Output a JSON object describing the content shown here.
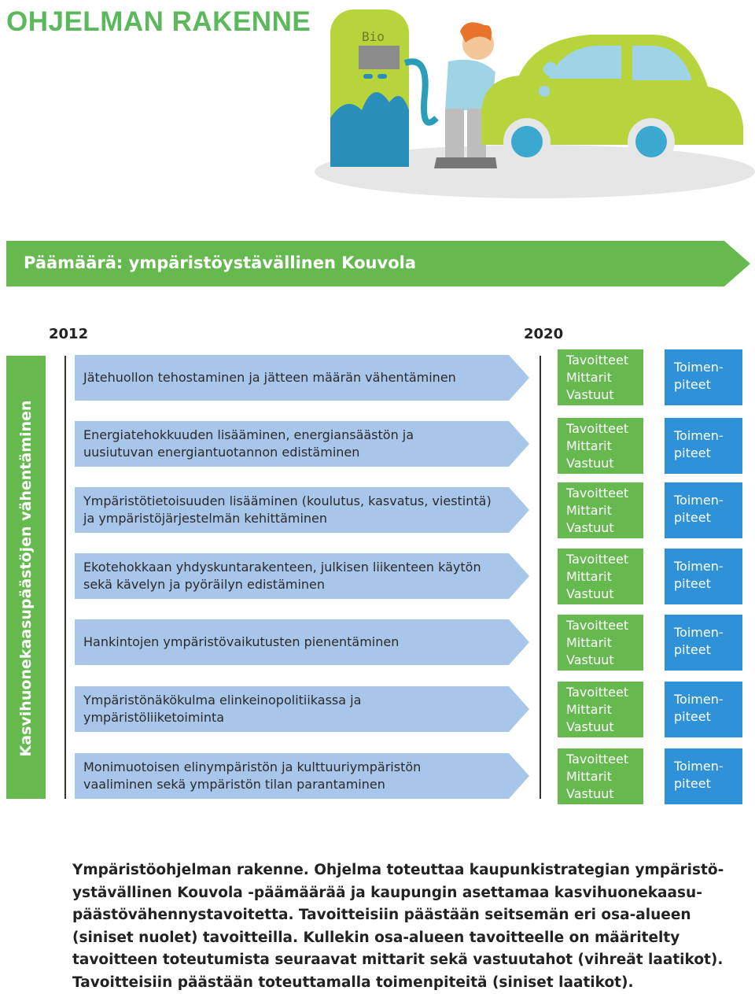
{
  "page": {
    "title": "OHJELMAN RAKENNE",
    "illustration": {
      "pump_label": "Bio"
    }
  },
  "colors": {
    "green": "#66b94f",
    "light_blue_arrow": "#a8c6ea",
    "blue_box": "#2f92d8",
    "title_green": "#5cb85c"
  },
  "goal": {
    "text": "Päämäärä: ympäristöystävällinen Kouvola"
  },
  "timeline": {
    "start": "2012",
    "end": "2020"
  },
  "side_label": "Kasvihuonekaasupäästöjen vähentäminen",
  "rows": [
    {
      "lines": [
        "Jätehuollon tehostaminen ja jätteen määrän vähentäminen"
      ],
      "green": [
        "Tavoitteet",
        "Mittarit",
        "Vastuut"
      ],
      "blue": [
        "Toimen-",
        "piteet"
      ]
    },
    {
      "lines": [
        "Energiatehokkuuden lisääminen, energiansäästön ja",
        "uusiutuvan energiantuotannon edistäminen"
      ],
      "green": [
        "Tavoitteet",
        "Mittarit",
        "Vastuut"
      ],
      "blue": [
        "Toimen-",
        "piteet"
      ]
    },
    {
      "lines": [
        "Ympäristötietoisuuden lisääminen (koulutus, kasvatus, viestintä)",
        "ja ympäristöjärjestelmän kehittäminen"
      ],
      "green": [
        "Tavoitteet",
        "Mittarit",
        "Vastuut"
      ],
      "blue": [
        "Toimen-",
        "piteet"
      ]
    },
    {
      "lines": [
        "Ekotehokkaan yhdyskuntarakenteen, julkisen liikenteen käytön",
        "sekä kävelyn ja pyöräilyn edistäminen"
      ],
      "green": [
        "Tavoitteet",
        "Mittarit",
        "Vastuut"
      ],
      "blue": [
        "Toimen-",
        "piteet"
      ]
    },
    {
      "lines": [
        "Hankintojen ympäristövaikutusten pienentäminen"
      ],
      "green": [
        "Tavoitteet",
        "Mittarit",
        "Vastuut"
      ],
      "blue": [
        "Toimen-",
        "piteet"
      ]
    },
    {
      "lines": [
        "Ympäristönäkökulma elinkeinopolitiikassa ja ympäristöliiketoiminta"
      ],
      "green": [
        "Tavoitteet",
        "Mittarit",
        "Vastuut"
      ],
      "blue": [
        "Toimen-",
        "piteet"
      ]
    },
    {
      "lines": [
        "Monimuotoisen elinympäristön ja kulttuuriympäristön",
        "vaaliminen sekä ympäristön tilan parantaminen"
      ],
      "green": [
        "Tavoitteet",
        "Mittarit",
        "Vastuut"
      ],
      "blue": [
        "Toimen-",
        "piteet"
      ]
    }
  ],
  "caption": [
    "Ympäristöohjelman rakenne. Ohjelma toteuttaa kaupunkistrategian ympäristö-",
    "ystävällinen Kouvola -päämäärää ja kaupungin asettamaa kasvihuonekaasu-",
    "päästövähennystavoitetta. Tavoitteisiin päästään seitsemän eri osa-alueen",
    "(siniset nuolet) tavoitteilla. Kullekin osa-alueen tavoitteelle on määritelty",
    "tavoitteen toteutumista seuraavat mittarit sekä vastuutahot (vihreät laatikot).",
    "Tavoitteisiin päästään toteuttamalla toimenpiteitä (siniset laatikot)."
  ]
}
